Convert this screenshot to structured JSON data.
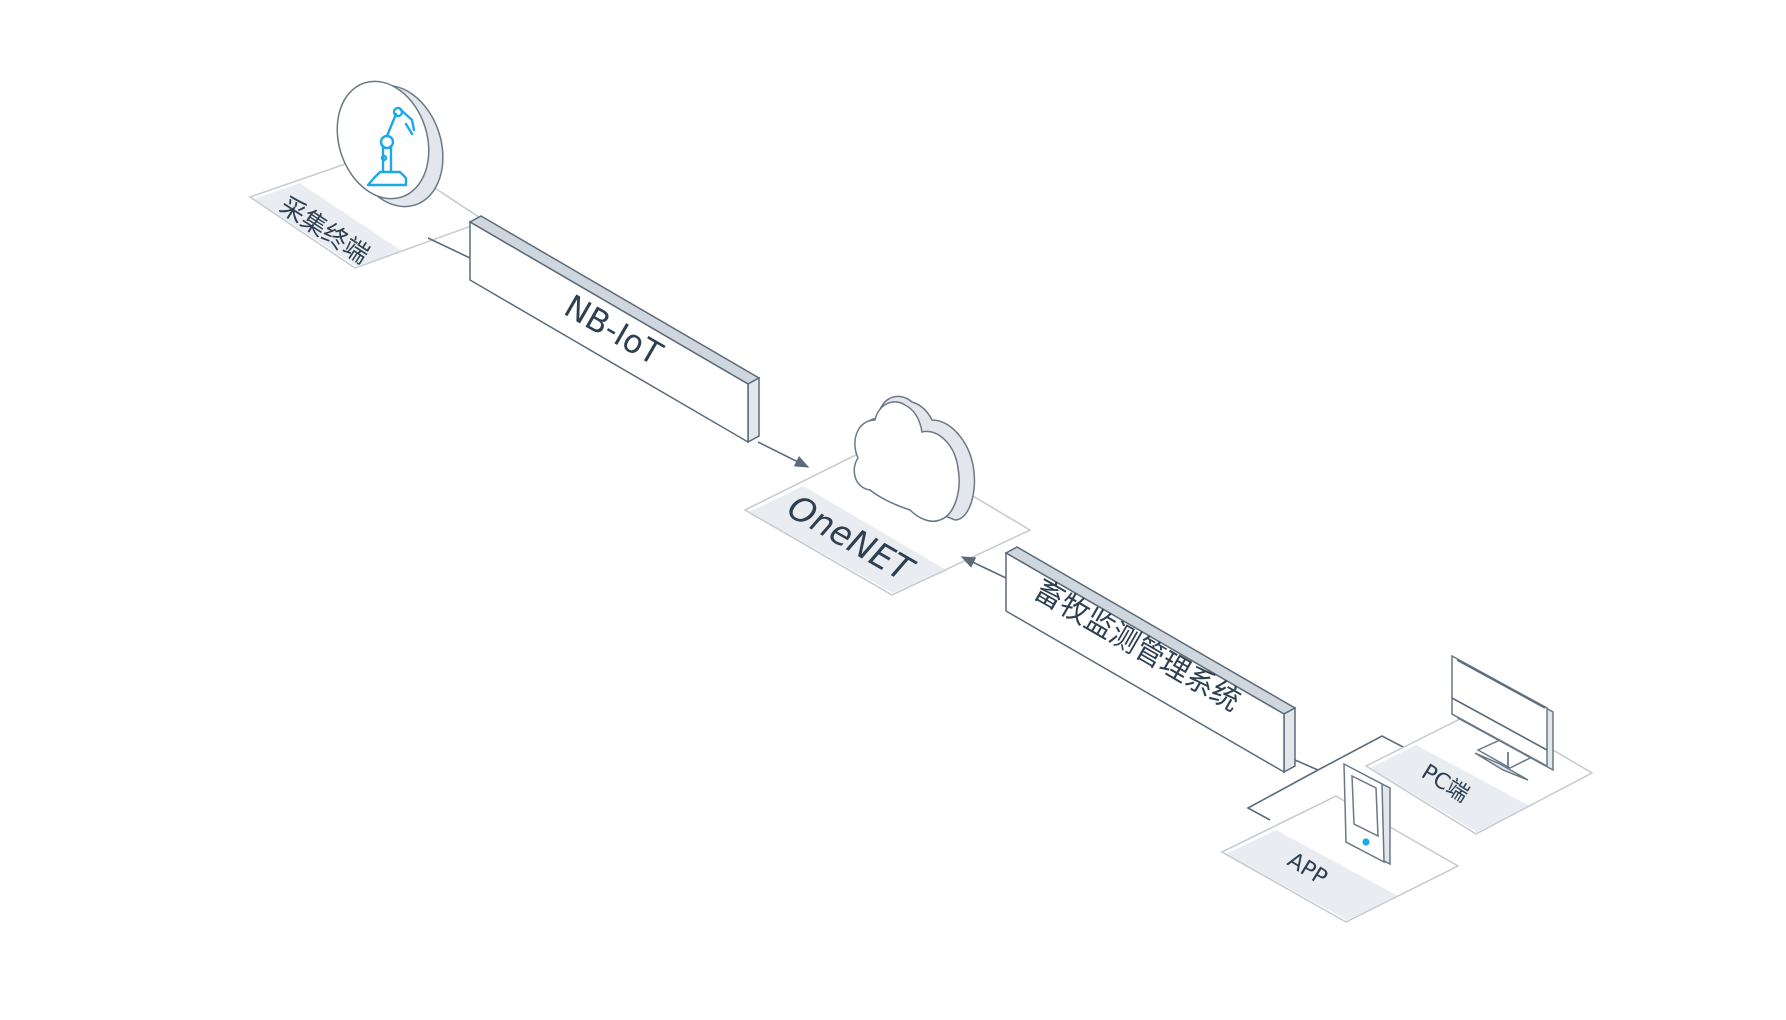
{
  "nodes": {
    "terminal": {
      "label": "采集终端"
    },
    "network": {
      "label": "NB-IoT"
    },
    "platform": {
      "label": "OneNET"
    },
    "system": {
      "label": "畜牧监测管理系统"
    },
    "pc": {
      "label": "PC端"
    },
    "app": {
      "label": "APP"
    }
  },
  "colors": {
    "accent": "#1fa8e8",
    "line": "#5c6b7a",
    "text": "#2e3f52"
  }
}
